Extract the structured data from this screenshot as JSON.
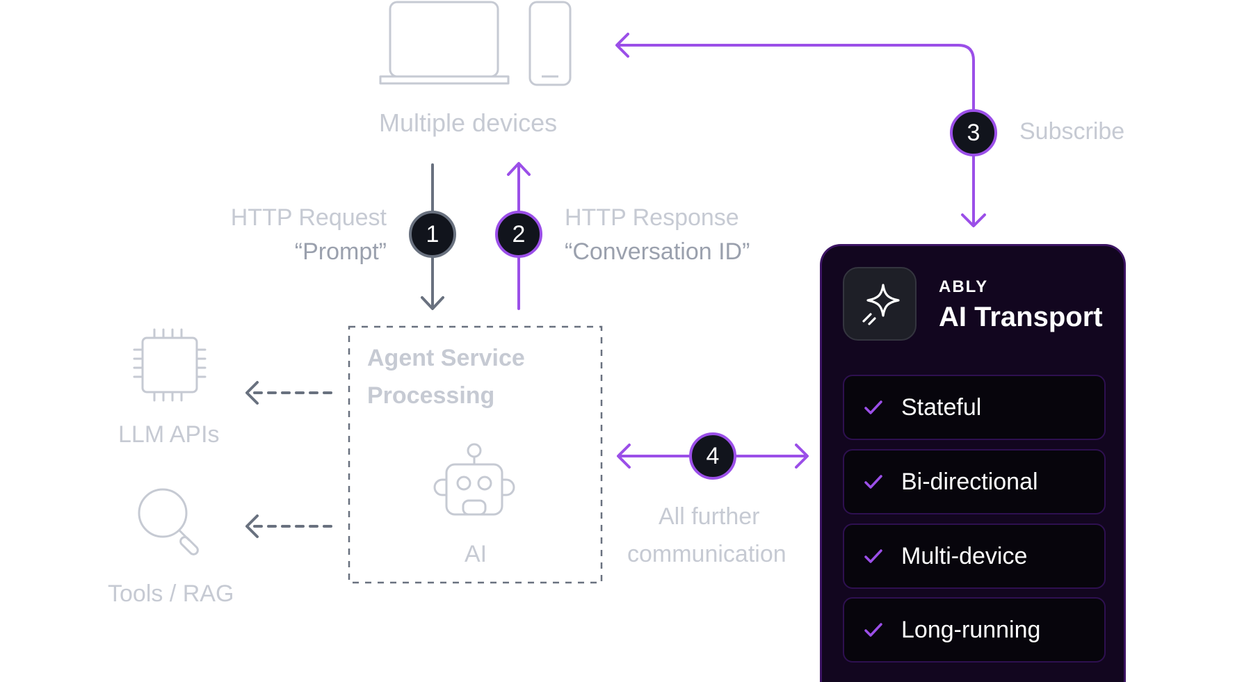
{
  "devices": {
    "label": "Multiple devices"
  },
  "step1": {
    "number": "1",
    "label_line1": "HTTP Request",
    "label_line2": "“Prompt”"
  },
  "step2": {
    "number": "2",
    "label_line1": "HTTP Response",
    "label_line2": "“Conversation ID”"
  },
  "step3": {
    "number": "3",
    "label": "Subscribe"
  },
  "step4": {
    "number": "4",
    "label_line1": "All further",
    "label_line2": "communication"
  },
  "agent": {
    "title_line1": "Agent Service",
    "title_line2": "Processing",
    "ai_label": "AI"
  },
  "llm": {
    "label": "LLM APIs"
  },
  "tools": {
    "label": "Tools / RAG"
  },
  "ably": {
    "brand": "ABLY",
    "product": "AI Transport",
    "features": [
      "Stateful",
      "Bi-directional",
      "Multi-device",
      "Long-running"
    ]
  },
  "colors": {
    "purple": "#9b4fe8",
    "gray_arrow": "#69717f",
    "muted": "#c6cad3",
    "panel_bg": "#12061f"
  },
  "icons": [
    "laptop-icon",
    "phone-icon",
    "chip-icon",
    "magnifier-icon",
    "robot-icon",
    "sparkle-icon",
    "check-icon"
  ]
}
